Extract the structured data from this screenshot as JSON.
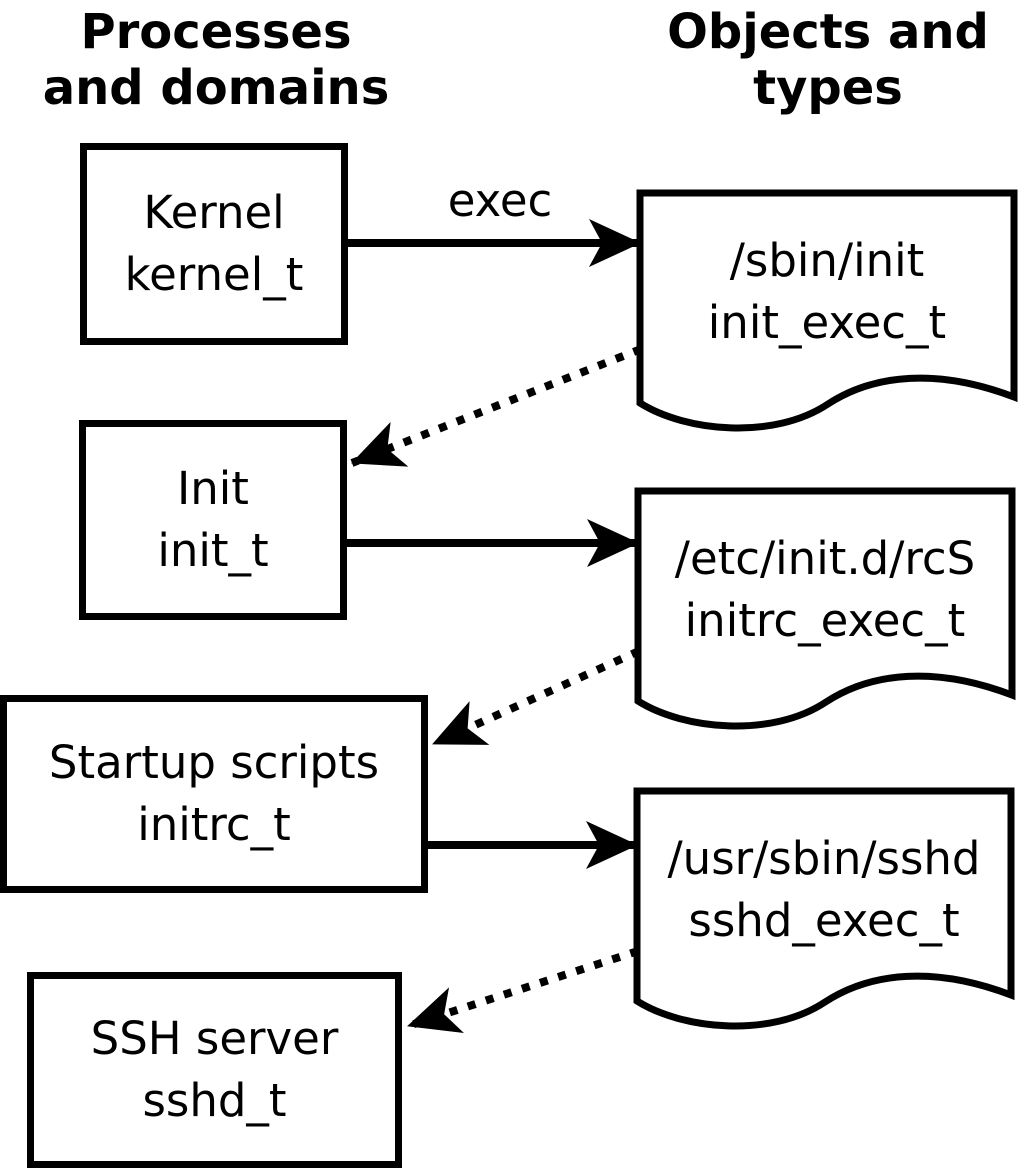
{
  "colors": {
    "ink": "#000000",
    "paper": "#ffffff"
  },
  "headers": {
    "processes": {
      "line1": "Processes",
      "line2": "and domains"
    },
    "objects": {
      "line1": "Objects and",
      "line2": "types"
    }
  },
  "processes": [
    {
      "name": "Kernel",
      "type": "kernel_t"
    },
    {
      "name": "Init",
      "type": "init_t"
    },
    {
      "name": "Startup scripts",
      "type": "initrc_t"
    },
    {
      "name": "SSH server",
      "type": "sshd_t"
    }
  ],
  "objects": [
    {
      "path": "/sbin/init",
      "type": "init_exec_t"
    },
    {
      "path": "/etc/init.d/rcS",
      "type": "initrc_exec_t"
    },
    {
      "path": "/usr/sbin/sshd",
      "type": "sshd_exec_t"
    }
  ],
  "labels": {
    "exec": "exec"
  },
  "edges": [
    {
      "from": "kernel_t",
      "to": "init_exec_t",
      "style": "solid",
      "label": "exec"
    },
    {
      "from": "init_exec_t",
      "to": "init_t",
      "style": "dotted",
      "label": ""
    },
    {
      "from": "init_t",
      "to": "initrc_exec_t",
      "style": "solid",
      "label": ""
    },
    {
      "from": "initrc_exec_t",
      "to": "initrc_t",
      "style": "dotted",
      "label": ""
    },
    {
      "from": "initrc_t",
      "to": "sshd_exec_t",
      "style": "solid",
      "label": ""
    },
    {
      "from": "sshd_exec_t",
      "to": "sshd_t",
      "style": "dotted",
      "label": ""
    }
  ]
}
